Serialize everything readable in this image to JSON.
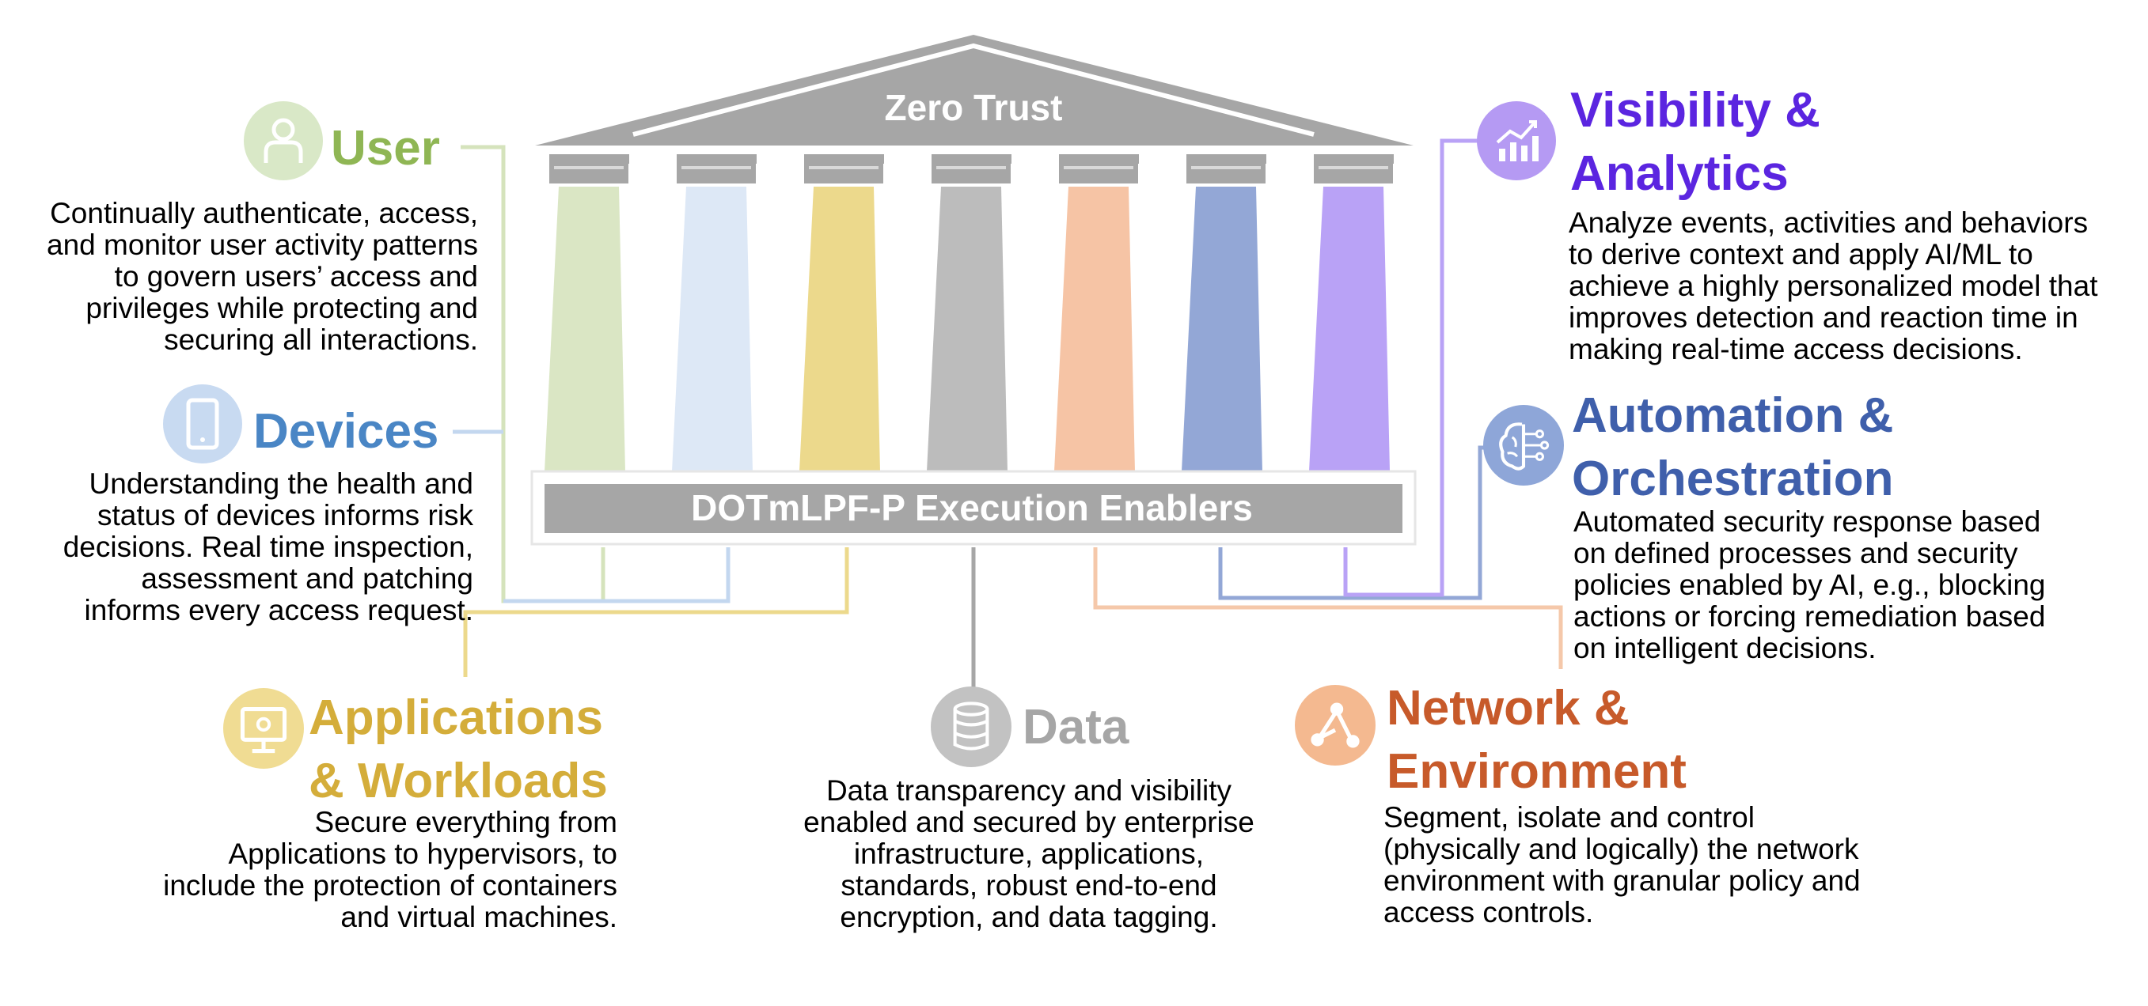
{
  "temple": {
    "title": "Zero Trust",
    "base_label": "DOTmLPF-P Execution Enablers"
  },
  "colors": {
    "user": "#8fb654",
    "devices": "#4a86c5",
    "applications": "#d4ad3a",
    "data": "#a6a6a6",
    "network": "#c75a2a",
    "automation": "#3f5fab",
    "visibility": "#5b25e0",
    "temple_gray": "#a6a6a6"
  },
  "pillars": [
    {
      "name": "user",
      "color": "#dae6c4"
    },
    {
      "name": "devices",
      "color": "#dde8f6"
    },
    {
      "name": "applications",
      "color": "#ecd98c"
    },
    {
      "name": "data",
      "color": "#bcbcbc"
    },
    {
      "name": "network",
      "color": "#f6c4a5"
    },
    {
      "name": "automation",
      "color": "#93a7d6"
    },
    {
      "name": "visibility",
      "color": "#b9a2f6"
    }
  ],
  "sections": {
    "user": {
      "icon": "person-icon",
      "title_lines": [
        "User"
      ],
      "desc_lines": [
        "Continually authenticate, access,",
        "and monitor user activity patterns",
        "to govern users’ access and",
        "privileges while protecting and",
        "securing all interactions."
      ]
    },
    "devices": {
      "icon": "tablet-icon",
      "title_lines": [
        "Devices"
      ],
      "desc_lines": [
        "Understanding the health and",
        "status of devices informs risk",
        "decisions. Real time inspection,",
        "assessment and patching",
        "informs every access request."
      ]
    },
    "applications": {
      "icon": "monitor-gear-icon",
      "title_lines": [
        "Applications",
        "& Workloads"
      ],
      "desc_lines": [
        "Secure everything from",
        "Applications to hypervisors, to",
        "include the protection of containers",
        "and virtual machines."
      ]
    },
    "data": {
      "icon": "database-icon",
      "title_lines": [
        "Data"
      ],
      "desc_lines": [
        "Data transparency and visibility",
        "enabled and secured by enterprise",
        "infrastructure, applications,",
        "standards, robust end-to-end",
        "encryption, and data tagging."
      ]
    },
    "network": {
      "icon": "network-nodes-icon",
      "title_lines": [
        "Network &",
        "Environment"
      ],
      "desc_lines": [
        "Segment, isolate and control",
        "(physically and logically) the network",
        "environment with granular policy and",
        "access controls."
      ]
    },
    "automation": {
      "icon": "brain-circuit-icon",
      "title_lines": [
        "Automation &",
        "Orchestration"
      ],
      "desc_lines": [
        "Automated security response based",
        "on defined processes and security",
        "policies enabled by AI, e.g., blocking",
        "actions or forcing remediation based",
        "on intelligent decisions."
      ]
    },
    "visibility": {
      "icon": "analytics-chart-icon",
      "title_lines": [
        "Visibility &",
        "Analytics"
      ],
      "desc_lines": [
        "Analyze events, activities and behaviors",
        "to derive context and apply AI/ML to",
        "achieve a highly personalized model that",
        "improves detection and reaction time in",
        "making real-time access decisions."
      ]
    }
  }
}
